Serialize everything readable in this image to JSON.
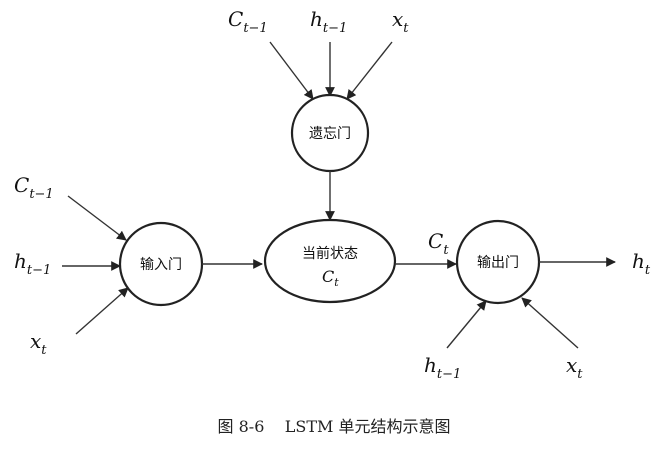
{
  "nodes": {
    "forget": {
      "label": "遗忘门"
    },
    "input": {
      "label": "输入门"
    },
    "state": {
      "label": "当前状态",
      "sub_symbol": "C",
      "sub_index": "t"
    },
    "output": {
      "label": "输出门"
    }
  },
  "symbols": {
    "c_prev": {
      "base": "C",
      "sub": "t−1"
    },
    "h_prev": {
      "base": "h",
      "sub": "t−1"
    },
    "x_t": {
      "base": "x",
      "sub": "t"
    },
    "c_t": {
      "base": "C",
      "sub": "t"
    },
    "h_t": {
      "base": "h",
      "sub": "t"
    }
  },
  "caption": "图 8-6    LSTM 单元结构示意图",
  "colors": {
    "stroke": "#222222",
    "background": "#ffffff"
  }
}
